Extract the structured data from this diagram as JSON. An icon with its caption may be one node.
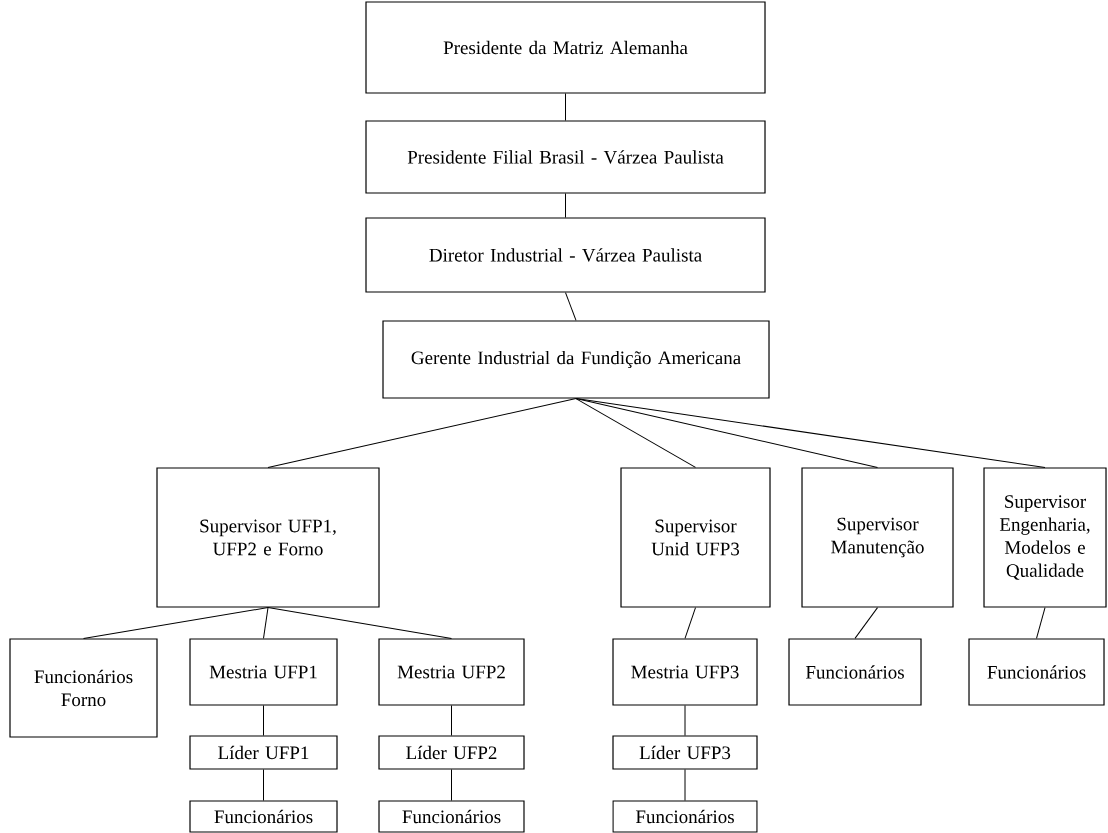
{
  "diagram": {
    "nodes": [
      {
        "text": [
          "Presidente da Matriz Alemanha"
        ]
      },
      {
        "text": [
          "Presidente Filial Brasil - Várzea Paulista"
        ]
      },
      {
        "text": [
          "Diretor Industrial - Várzea Paulista"
        ]
      },
      {
        "text": [
          "Gerente Industrial da Fundição Americana"
        ]
      },
      {
        "text": [
          "Supervisor UFP1, UFP2 e Forno"
        ]
      },
      {
        "text": [
          "Supervisor Unid UFP3"
        ]
      },
      {
        "text": [
          "Supervisor Manutenção"
        ]
      },
      {
        "text": [
          "Supervisor Engenharia, Modelos e Qualidade"
        ]
      },
      {
        "text": [
          "Funcionários Forno"
        ]
      },
      {
        "text": [
          "Mestria UFP1"
        ]
      },
      {
        "text": [
          "Mestria UFP2"
        ]
      },
      {
        "text": [
          "Mestria UFP3"
        ]
      },
      {
        "text": [
          "Funcionários"
        ]
      },
      {
        "text": [
          "Funcionários"
        ]
      },
      {
        "text": [
          "Líder UFP1"
        ]
      },
      {
        "text": [
          "Líder UFP2"
        ]
      },
      {
        "text": [
          "Líder UFP3"
        ]
      },
      {
        "text": [
          "Funcionários"
        ]
      },
      {
        "text": [
          "Funcionários"
        ]
      },
      {
        "text": [
          "Funcionários"
        ]
      }
    ],
    "edges": [
      {
        "from": 0,
        "to": 1,
        "arrow": "none"
      },
      {
        "from": 1,
        "to": 2,
        "arrow": "none"
      },
      {
        "from": 2,
        "to": 3,
        "arrow": "none"
      },
      {
        "from": 3,
        "to": 4,
        "arrow": "none"
      },
      {
        "from": 3,
        "to": 5,
        "arrow": "none"
      },
      {
        "from": 3,
        "to": 6,
        "arrow": "none"
      },
      {
        "from": 3,
        "to": 7,
        "arrow": "none"
      },
      {
        "from": 4,
        "to": 8,
        "arrow": "none"
      },
      {
        "from": 4,
        "to": 9,
        "arrow": "none"
      },
      {
        "from": 4,
        "to": 10,
        "arrow": "none"
      },
      {
        "from": 5,
        "to": 11,
        "arrow": "none"
      },
      {
        "from": 6,
        "to": 12,
        "arrow": "none"
      },
      {
        "from": 7,
        "to": 13,
        "arrow": "none"
      },
      {
        "from": 9,
        "to": 14,
        "arrow": "none"
      },
      {
        "from": 10,
        "to": 15,
        "arrow": "none"
      },
      {
        "from": 11,
        "to": 16,
        "arrow": "none"
      },
      {
        "from": 14,
        "to": 17,
        "arrow": "none"
      },
      {
        "from": 15,
        "to": 18,
        "arrow": "none"
      },
      {
        "from": 16,
        "to": 19,
        "arrow": "none"
      }
    ]
  }
}
